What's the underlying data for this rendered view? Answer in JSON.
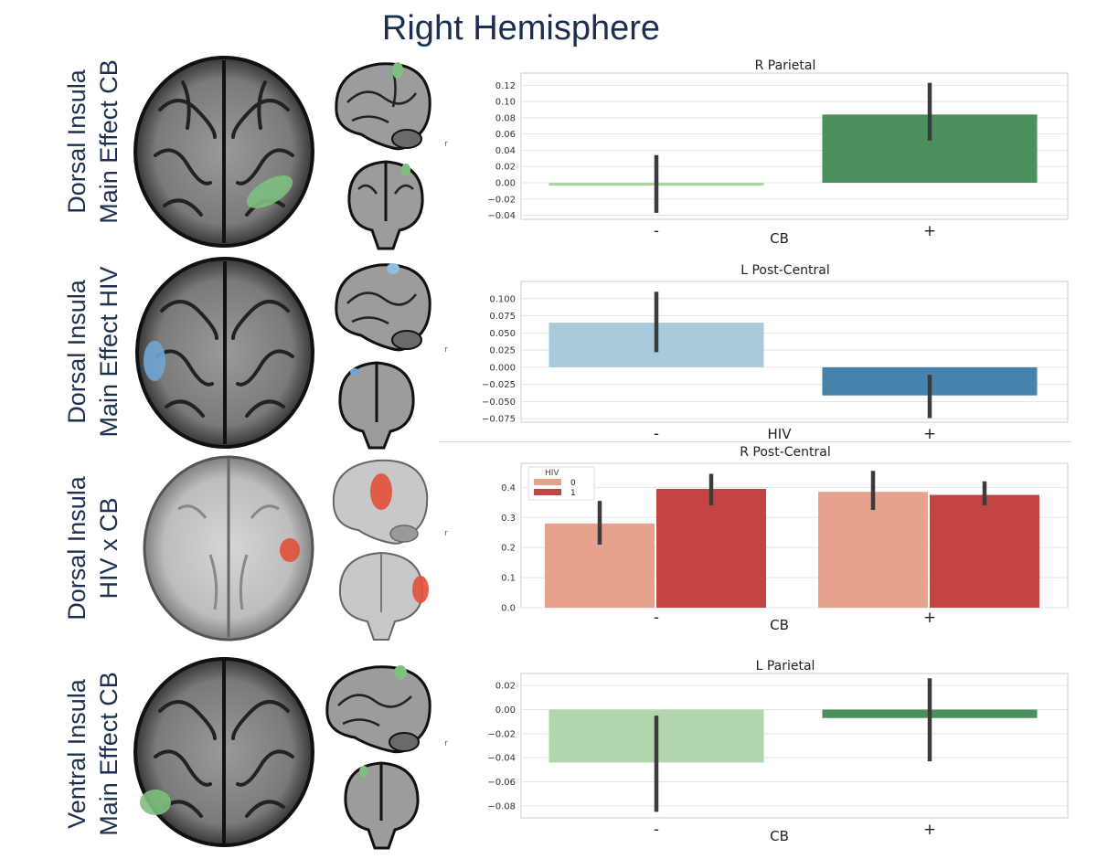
{
  "figure": {
    "title": "Right Hemisphere",
    "rows": [
      {
        "label_line1": "Dorsal Insula",
        "label_line2": "Main Effect CB",
        "blob_color": "#7fbf7f"
      },
      {
        "label_line1": "Dorsal Insula",
        "label_line2": "Main Effect HIV",
        "blob_color": "#6fa6d4"
      },
      {
        "label_line1": "Dorsal Insula",
        "label_line2": "HIV x CB",
        "blob_color": "#e0503a"
      },
      {
        "label_line1": "Ventral Insula",
        "label_line2": "Main Effect CB",
        "blob_color": "#7fbf7f"
      }
    ]
  },
  "chart_data": [
    {
      "type": "bar",
      "title": "R Parietal",
      "xlabel": "CB",
      "ylabel": "r",
      "categories": [
        "-",
        "+"
      ],
      "values": [
        -0.003,
        0.084
      ],
      "ci": [
        [
          -0.037,
          0.034
        ],
        [
          0.052,
          0.123
        ]
      ],
      "colors": [
        "#a8d5a0",
        "#4a8f5c"
      ],
      "yticks": [
        -0.04,
        -0.02,
        0.0,
        0.02,
        0.04,
        0.06,
        0.08,
        0.1,
        0.12
      ],
      "ytick_labels": [
        "−0.04",
        "−0.02",
        "0.00",
        "0.02",
        "0.04",
        "0.06",
        "0.08",
        "0.10",
        "0.12"
      ],
      "ylim": [
        -0.045,
        0.135
      ],
      "grid": true
    },
    {
      "type": "bar",
      "title": "L Post-Central",
      "xlabel": "HIV",
      "ylabel": "r",
      "categories": [
        "-",
        "+"
      ],
      "values": [
        0.065,
        -0.041
      ],
      "ci": [
        [
          0.022,
          0.11
        ],
        [
          -0.074,
          -0.011
        ]
      ],
      "colors": [
        "#a9cadb",
        "#4682ab"
      ],
      "yticks": [
        -0.075,
        -0.05,
        -0.025,
        0.0,
        0.025,
        0.05,
        0.075,
        0.1
      ],
      "ytick_labels": [
        "−0.075",
        "−0.050",
        "−0.025",
        "0.000",
        "0.025",
        "0.050",
        "0.075",
        "0.100"
      ],
      "ylim": [
        -0.08,
        0.125
      ],
      "grid": true
    },
    {
      "type": "bar",
      "title": "R Post-Central",
      "xlabel": "CB",
      "ylabel": "r",
      "categories": [
        "-",
        "+"
      ],
      "series": [
        {
          "name": "0",
          "values": [
            0.28,
            0.385
          ],
          "ci": [
            [
              0.21,
              0.355
            ],
            [
              0.325,
              0.455
            ]
          ],
          "color": "#e5a28d"
        },
        {
          "name": "1",
          "values": [
            0.395,
            0.375
          ],
          "ci": [
            [
              0.34,
              0.445
            ],
            [
              0.34,
              0.42
            ]
          ],
          "color": "#c44443"
        }
      ],
      "legend": {
        "title": "HIV",
        "position": "top-left"
      },
      "yticks": [
        0.0,
        0.1,
        0.2,
        0.3,
        0.4
      ],
      "ytick_labels": [
        "0.0",
        "0.1",
        "0.2",
        "0.3",
        "0.4"
      ],
      "ylim": [
        0,
        0.48
      ],
      "grid": true
    },
    {
      "type": "bar",
      "title": "L Parietal",
      "xlabel": "CB",
      "ylabel": "r",
      "categories": [
        "-",
        "+"
      ],
      "values": [
        -0.044,
        -0.007
      ],
      "ci": [
        [
          -0.085,
          -0.005
        ],
        [
          -0.043,
          0.026
        ]
      ],
      "colors": [
        "#b1d6ad",
        "#4a8f5c"
      ],
      "yticks": [
        -0.08,
        -0.06,
        -0.04,
        -0.02,
        0.0,
        0.02
      ],
      "ytick_labels": [
        "−0.08",
        "−0.06",
        "−0.04",
        "−0.02",
        "0.00",
        "0.02"
      ],
      "ylim": [
        -0.09,
        0.03
      ],
      "grid": true
    }
  ]
}
